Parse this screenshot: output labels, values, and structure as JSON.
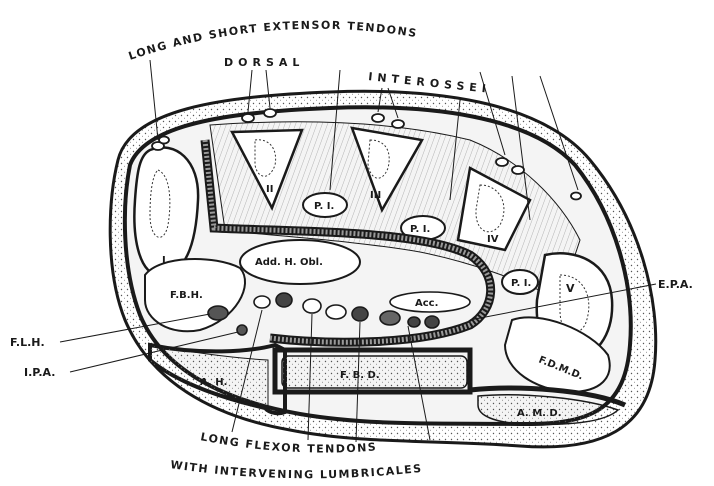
{
  "labels": {
    "arc_top": "LONG AND SHORT EXTENSOR TENDONS",
    "dorsal": "DORSAL",
    "interossei": "INTEROSSEI",
    "long_flexor_line1": "LONG FLEXOR TENDONS",
    "long_flexor_line2": "WITH INTERVENING LUMBRICALES",
    "epa": "E.P.A.",
    "flh": "F.L.H.",
    "ipa": "I.P.A.",
    "add_h_obl": "Add. H. Obl.",
    "fbh": "F.B.H.",
    "ah": "A. H.",
    "fbd": "F. B. D.",
    "amd": "A. M. D.",
    "fdmd": "F.D.M.D.",
    "acc": "Acc.",
    "pi_1": "P. I.",
    "pi_2": "P. I.",
    "pi_3": "P. I.",
    "num_i": "I",
    "num_ii": "II",
    "num_iii": "III",
    "num_iv": "IV",
    "num_v": "V"
  },
  "colors": {
    "ink": "#1a1a1a",
    "paper": "#ffffff",
    "stipple": "#d8d8d8"
  }
}
